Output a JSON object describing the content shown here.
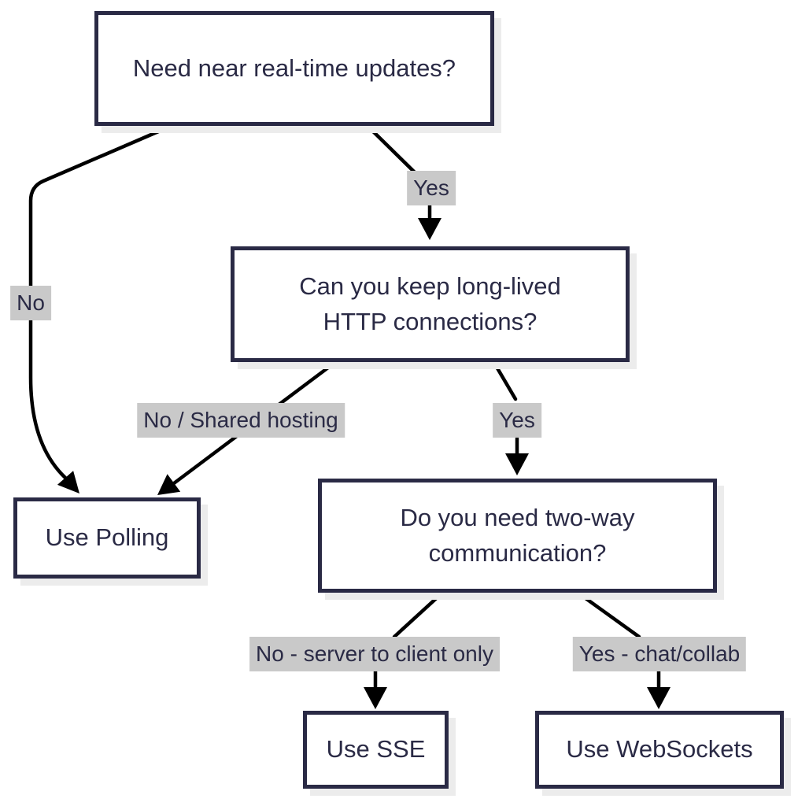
{
  "diagram": {
    "type": "flowchart",
    "direction": "top-down",
    "nodes": [
      {
        "id": "need-realtime",
        "label": "Need near real-time updates?"
      },
      {
        "id": "long-lived",
        "label": "Can you keep long-lived HTTP connections?"
      },
      {
        "id": "two-way",
        "label": "Do you need two-way communication?"
      },
      {
        "id": "use-polling",
        "label": "Use Polling"
      },
      {
        "id": "use-sse",
        "label": "Use SSE"
      },
      {
        "id": "use-websockets",
        "label": "Use WebSockets"
      }
    ],
    "edges": [
      {
        "from": "need-realtime",
        "to": "long-lived",
        "label": "Yes"
      },
      {
        "from": "need-realtime",
        "to": "use-polling",
        "label": "No"
      },
      {
        "from": "long-lived",
        "to": "use-polling",
        "label": "No / Shared hosting"
      },
      {
        "from": "long-lived",
        "to": "two-way",
        "label": "Yes"
      },
      {
        "from": "two-way",
        "to": "use-sse",
        "label": "No - server to client only"
      },
      {
        "from": "two-way",
        "to": "use-websockets",
        "label": "Yes - chat/collab"
      }
    ],
    "colors": {
      "node_border": "#2a2a45",
      "node_fill": "#ffffff",
      "node_text": "#2a2a45",
      "edge_stroke": "#000000",
      "edge_label_bg": "#c9c9c9",
      "edge_label_text": "#2a2a45",
      "node_shadow": "#ececec",
      "background": "#ffffff"
    }
  }
}
